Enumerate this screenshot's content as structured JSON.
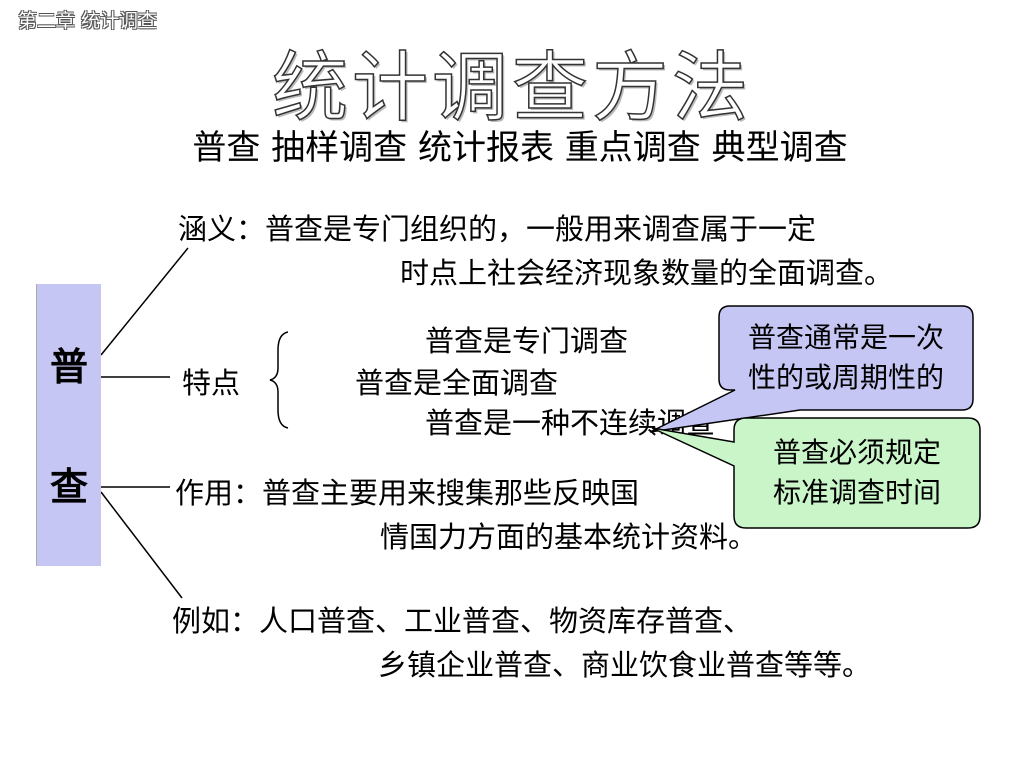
{
  "header": {
    "chapter": "第二章  统计调查",
    "title": "统计调查方法",
    "subtitle": "普查  抽样调查  统计报表  重点调查  典型调查"
  },
  "term": {
    "char1": "普",
    "char2": "查"
  },
  "branches": {
    "meaning": {
      "line1": "涵义：普查是专门组织的，一般用来调查属于一定",
      "line2": "时点上社会经济现象数量的全面调查。"
    },
    "features": {
      "label": "特点",
      "items": [
        "普查是专门调查",
        "普查是全面调查",
        "普查是一种不连续调查"
      ]
    },
    "usage": {
      "line1": "作用：普查主要用来搜集那些反映国",
      "line2": "情国力方面的基本统计资料。"
    },
    "examples": {
      "line1": "例如：人口普查、工业普查、物资库存普查、",
      "line2": "乡镇企业普查、商业饮食业普查等等。"
    }
  },
  "callouts": [
    {
      "line1": "普查通常是一次",
      "line2": "性的或周期性的",
      "fill": "#c6c6f4"
    },
    {
      "line1": "普查必须规定",
      "line2": "标准调查时间",
      "fill": "#c9f5c9"
    }
  ]
}
